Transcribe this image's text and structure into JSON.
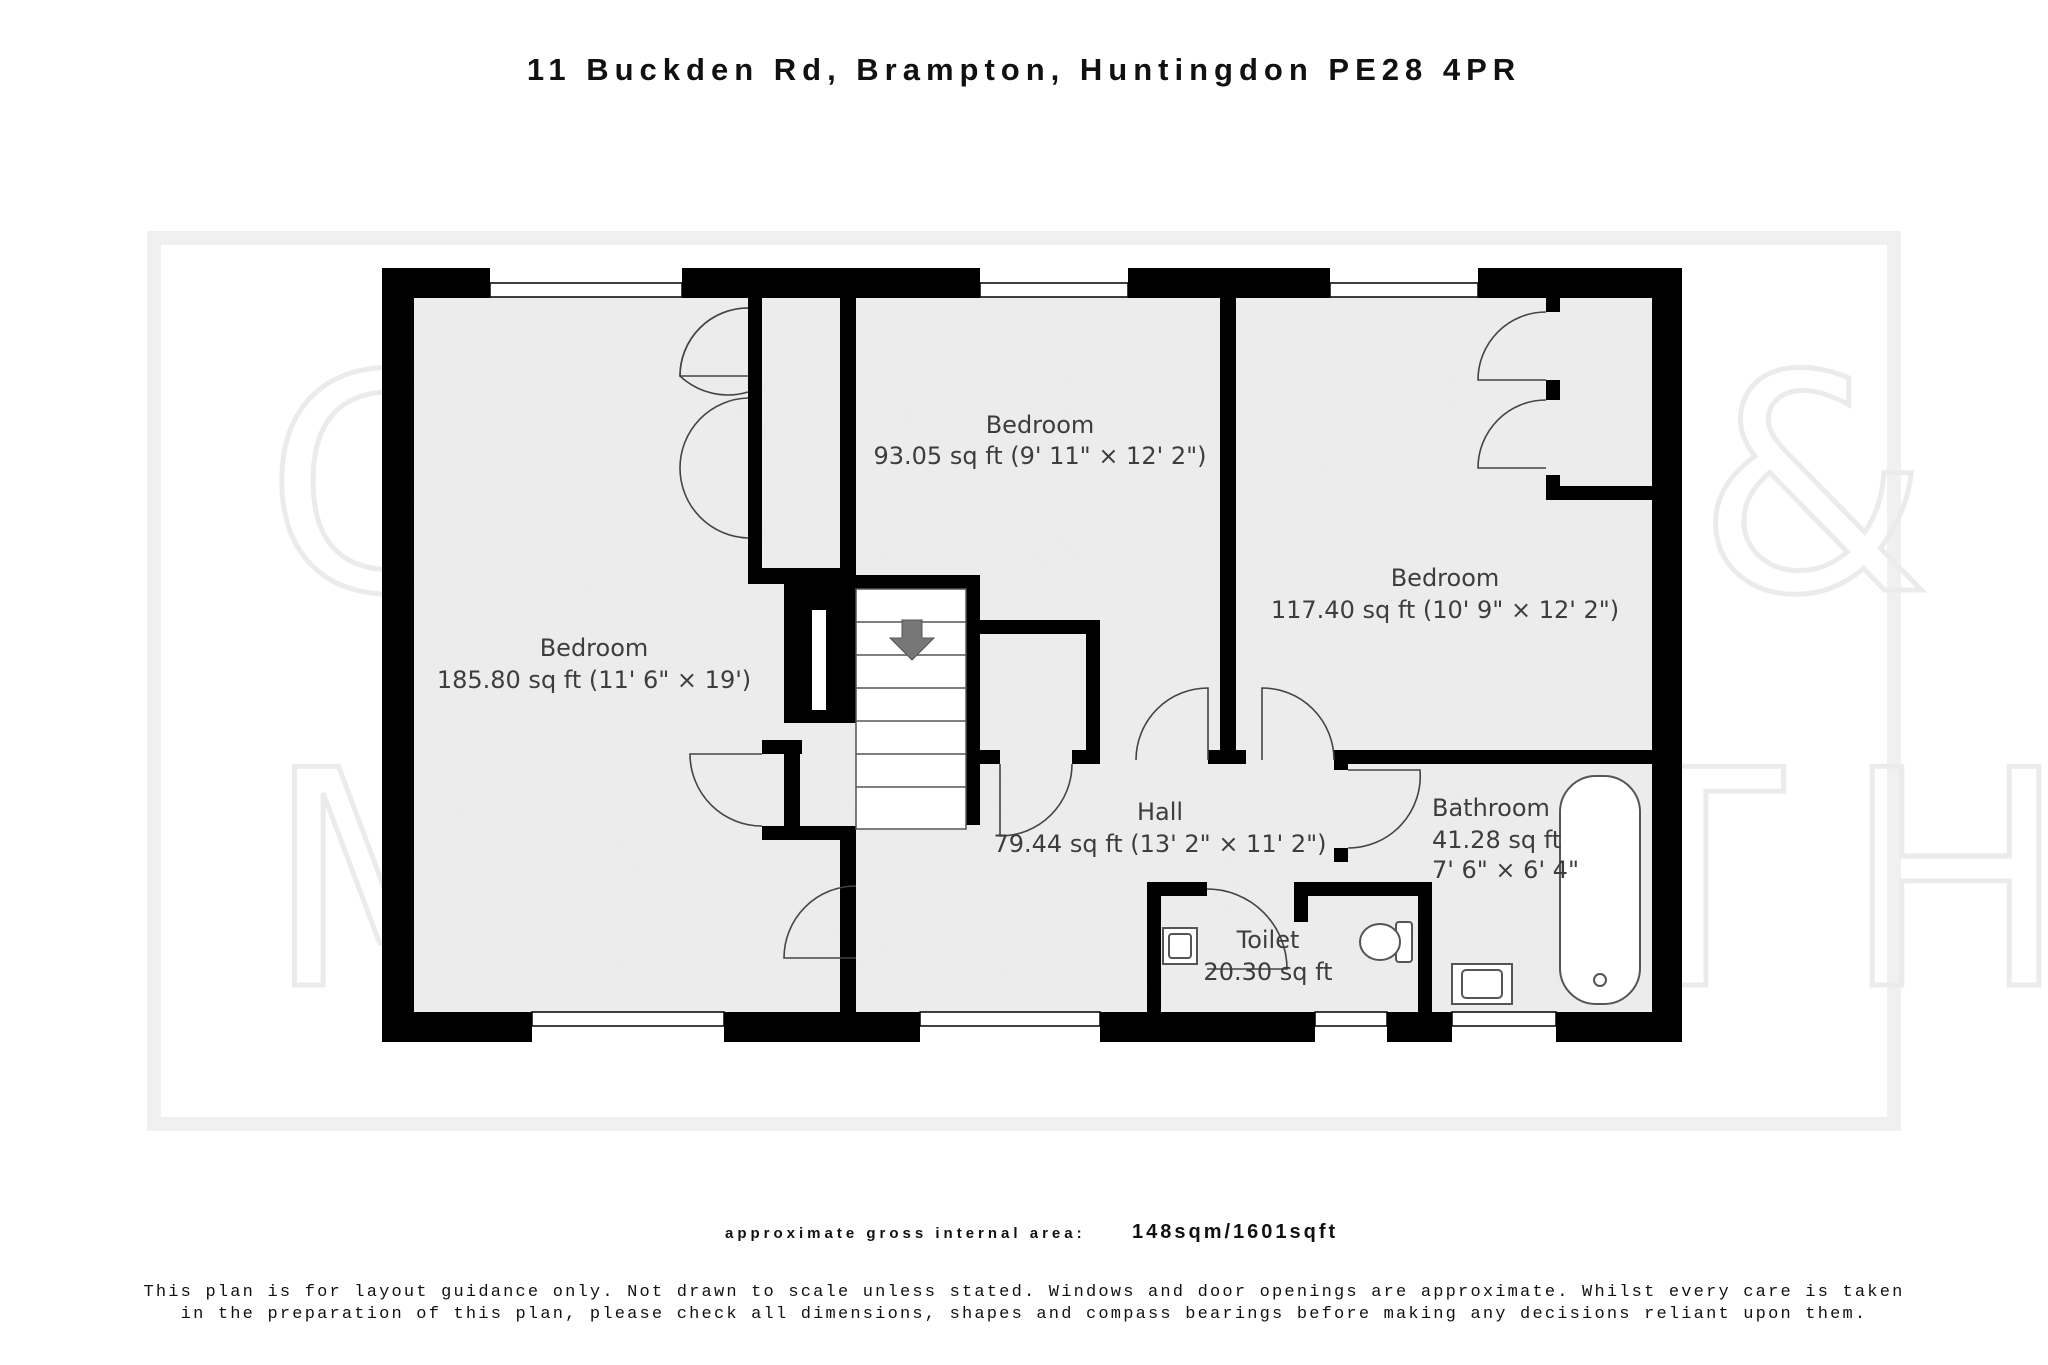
{
  "header": {
    "address": "11 Buckden Rd, Brampton, Huntingdon PE28 4PR"
  },
  "watermark": {
    "line1": "GIGGS &",
    "line2": "McGRATH"
  },
  "rooms": [
    {
      "id": "bedroom-1",
      "name": "Bedroom",
      "area": "185.80 sq ft (11' 6\" × 19')"
    },
    {
      "id": "bedroom-2",
      "name": "Bedroom",
      "area": "93.05 sq ft (9' 11\" × 12' 2\")"
    },
    {
      "id": "bedroom-3",
      "name": "Bedroom",
      "area": "117.40 sq ft (10' 9\" × 12' 2\")"
    },
    {
      "id": "hall",
      "name": "Hall",
      "area": "79.44 sq ft (13' 2\" × 11' 2\")"
    },
    {
      "id": "bathroom",
      "name": "Bathroom",
      "area": "41.28 sq ft",
      "dims": "7' 6\" × 6' 4\""
    },
    {
      "id": "toilet",
      "name": "Toilet",
      "area": "20.30 sq ft"
    }
  ],
  "footer": {
    "gia_label": "approximate gross internal area:",
    "gia_value": "148sqm/1601sqft",
    "disclaimer_line1": "This plan is for layout guidance only. Not drawn to scale unless stated. Windows and door openings are approximate. Whilst every care is taken",
    "disclaimer_line2": "in the preparation of this plan, please check all dimensions, shapes and compass bearings before making any decisions reliant upon them."
  },
  "colors": {
    "wall": "#000000",
    "floor": "#ececec",
    "watermark": "#ebebeb"
  },
  "icons": {
    "stairs_direction": "arrow-down-icon"
  }
}
